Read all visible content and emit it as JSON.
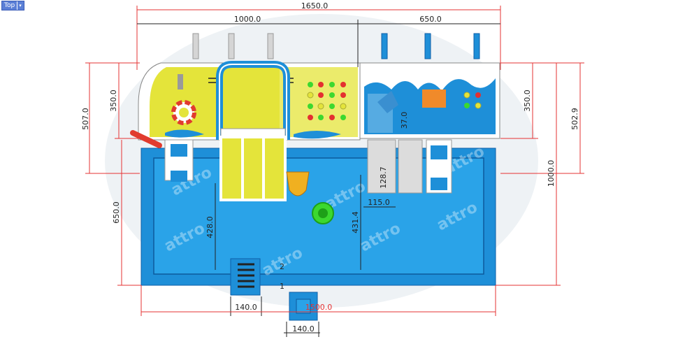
{
  "viewport": {
    "name": "Top"
  },
  "dimensions": {
    "top_total": "1650.0",
    "top_left": "1000.0",
    "top_right": "650.0",
    "left_outer": "507.0",
    "left_inner": "350.0",
    "right_inner": "350.0",
    "right_outer": "502.9",
    "right_total": "1000.0",
    "left_pool": "650.0",
    "pool_depth_left": "428.0",
    "pool_depth_mid": "431.4",
    "slide_width": "115.0",
    "slide_gap": "128.7",
    "step": "37.0",
    "stair_width": "140.0",
    "pool_width": "1500.0",
    "bottom_box_width": "140.0",
    "small_a": "2",
    "small_b": "1"
  },
  "watermark": "attro",
  "colors": {
    "pool": "#1e8fd8",
    "pool_dark": "#0f5fa8",
    "deck": "#e4e43a",
    "red_dim": "#e53333"
  }
}
